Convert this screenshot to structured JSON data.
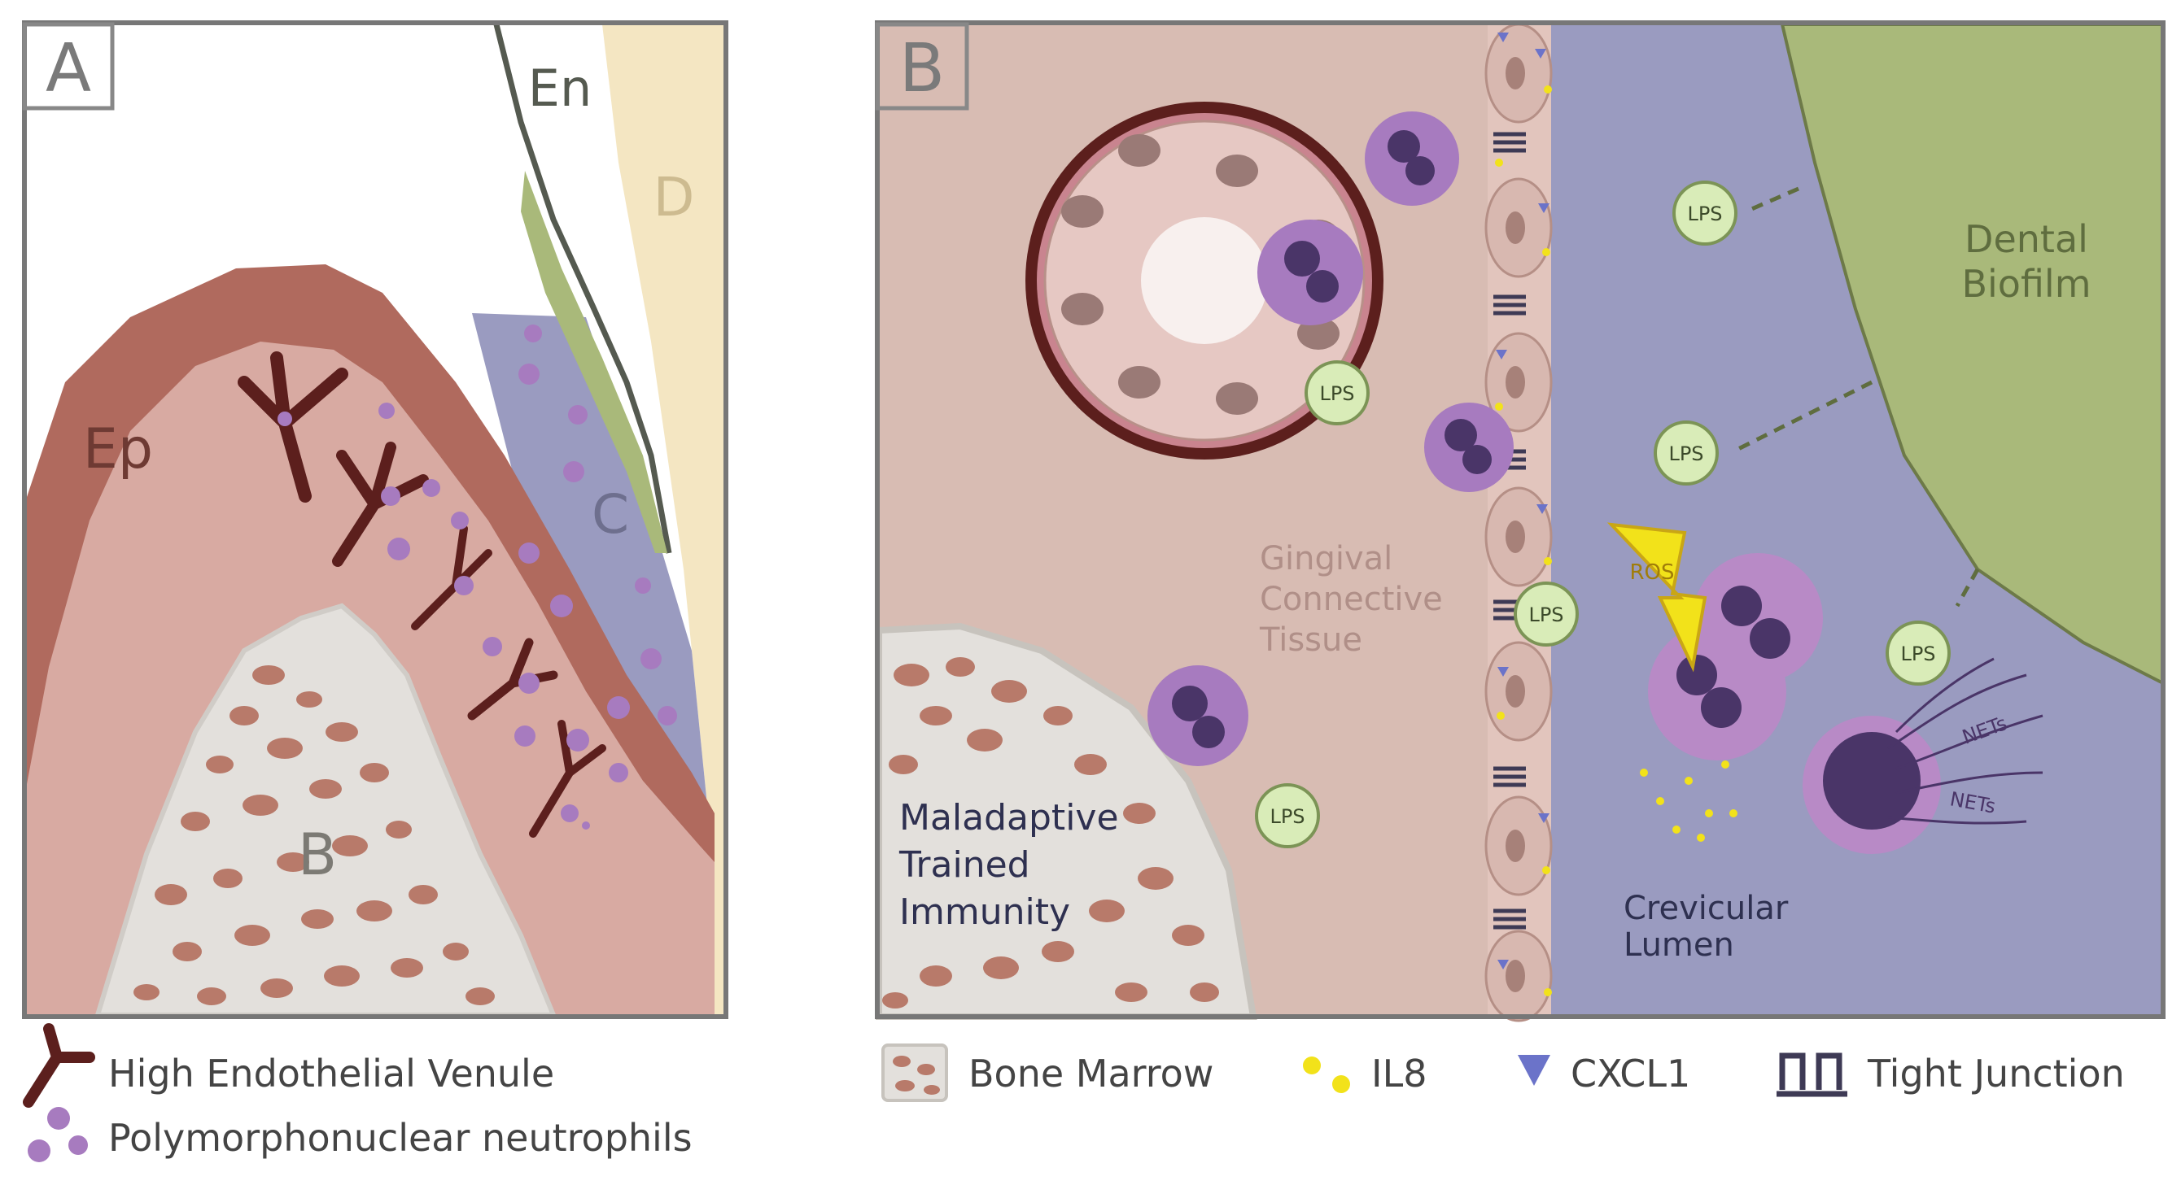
{
  "panel_a": {
    "letter": "A",
    "labels": {
      "enamel": "En",
      "dentin": "D",
      "epithelium": "Ep",
      "connective": "C",
      "bone": "B"
    }
  },
  "panel_b": {
    "letter": "B",
    "labels": {
      "biofilm_line1": "Dental",
      "biofilm_line2": "Biofilm",
      "tissue_line1": "Gingival",
      "tissue_line2": "Connective",
      "tissue_line3": "Tissue",
      "immunity_line1": "Maladaptive",
      "immunity_line2": "Trained",
      "immunity_line3": "Immunity",
      "lumen_line1": "Crevicular",
      "lumen_line2": "Lumen",
      "lps": "LPS",
      "ros": "ROS",
      "nets": "NETs"
    }
  },
  "legend": {
    "hev": "High Endothelial Venule",
    "pmn": "Polymorphonuclear neutrophils",
    "bone_marrow": "Bone Marrow",
    "il8": "IL8",
    "cxcl1": "CXCL1",
    "tight_junction": "Tight Junction"
  },
  "colors": {
    "epithelium": "#b06a5e",
    "connective": "#d8aaa2",
    "crevice": "#9a9bc0",
    "biofilm": "#a9b97a",
    "dentin": "#f4e6c2",
    "neutrophil": "#a77bbf",
    "nucleus": "#4a3568",
    "lps": "#d9ecb8",
    "il8": "#f2e21a",
    "cxcl1": "#6b73c9",
    "venule": "#5c1f1d",
    "bone": "#b87a6a"
  }
}
